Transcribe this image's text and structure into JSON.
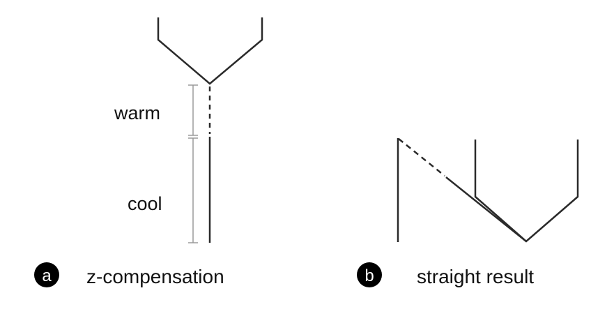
{
  "panel_a": {
    "badge": "a",
    "caption": "z-compensation",
    "warm_label": "warm",
    "cool_label": "cool"
  },
  "panel_b": {
    "badge": "b",
    "caption": "straight result"
  },
  "colors": {
    "line": "#2a2a2a",
    "bracket": "#9a9a9a",
    "badge": "#000000"
  }
}
